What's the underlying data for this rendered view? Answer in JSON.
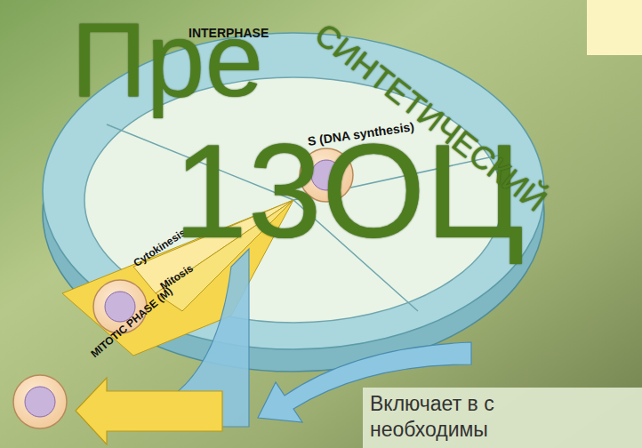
{
  "diagram": {
    "nodes": [
      {
        "text": [
          "Включает в с необходимы"
        ]
      }
    ],
    "labels": [
      "INTERPHASE",
      "S (DNA synthesis)",
      "Cytokinesis",
      "Mitosis",
      "MITOTIC PHASE (M)",
      "Пре",
      "13ОЦ",
      "СИНТЕТИЧЕСКИЙ"
    ]
  }
}
